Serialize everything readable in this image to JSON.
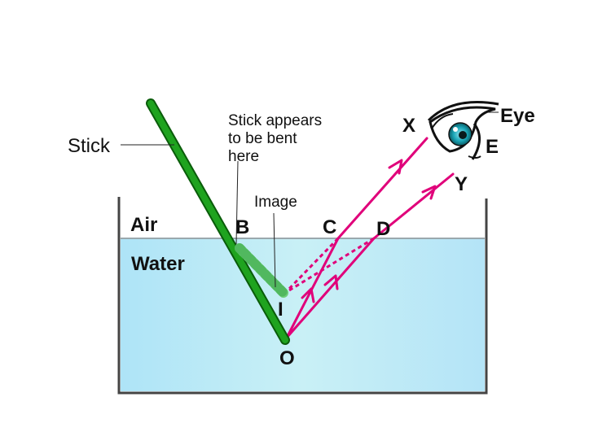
{
  "labels": {
    "stick": "Stick",
    "bent_note": [
      "Stick appears",
      "to be bent",
      "here"
    ],
    "image": "Image",
    "air": "Air",
    "water": "Water",
    "point_b": "B",
    "point_c": "C",
    "point_d": "D",
    "point_i": "I",
    "point_o": "O",
    "point_x": "X",
    "point_y": "Y",
    "point_e": "E",
    "eye": "Eye"
  },
  "colors": {
    "stick": "#1fa31f",
    "stick_image": "#6fcf7a",
    "ray": "#e0007a",
    "water_left": "#aee4f7",
    "water_mid": "#c9f0f6",
    "water_right": "#b4e4f7",
    "container": "#444444",
    "water_surface": "#9aa8ad",
    "iris": "#1aa6b7"
  },
  "icons": [
    "eye-icon",
    "arrowhead-icon"
  ]
}
